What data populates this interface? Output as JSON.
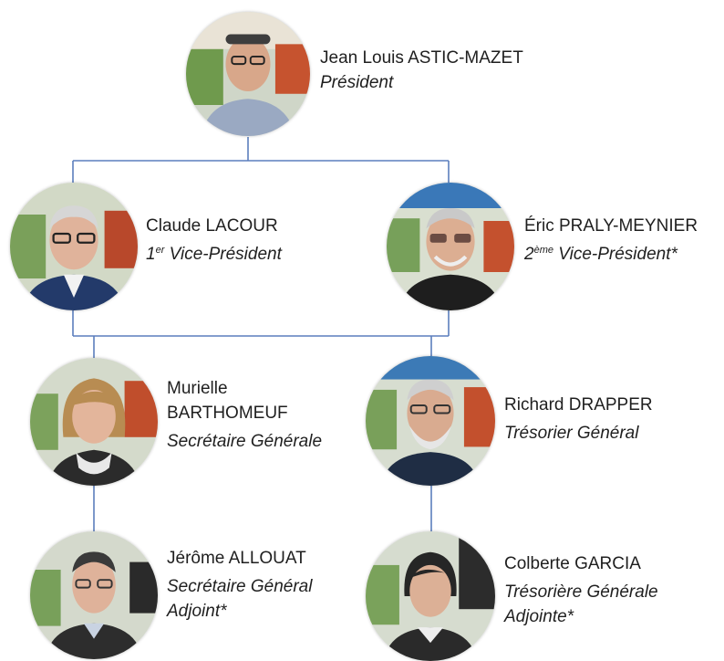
{
  "line_color": "#5b7fbd",
  "members": [
    {
      "id": "president",
      "name": "Jean Louis ASTIC-MAZET",
      "role": "Président"
    },
    {
      "id": "vp1",
      "name": "Claude LACOUR",
      "role_prefix": "1",
      "role_sup": "er",
      "role": " Vice-Président"
    },
    {
      "id": "vp2",
      "name": "Éric PRALY-MEYNIER",
      "role_prefix": "2",
      "role_sup": "ème",
      "role": " Vice-Président*"
    },
    {
      "id": "secgen",
      "name_line1": "Murielle",
      "name_line2": "BARTHOMEUF",
      "role": "Secrétaire Générale"
    },
    {
      "id": "treasurer",
      "name": "Richard DRAPPER",
      "role": "Trésorier Général"
    },
    {
      "id": "secgen_adj",
      "name": "Jérôme ALLOUAT",
      "role_line1": "Secrétaire Général",
      "role_line2": "Adjoint*"
    },
    {
      "id": "treasurer_adj",
      "name": "Colberte GARCIA",
      "role_line1": "Trésorière Générale",
      "role_line2": "Adjointe*"
    }
  ]
}
